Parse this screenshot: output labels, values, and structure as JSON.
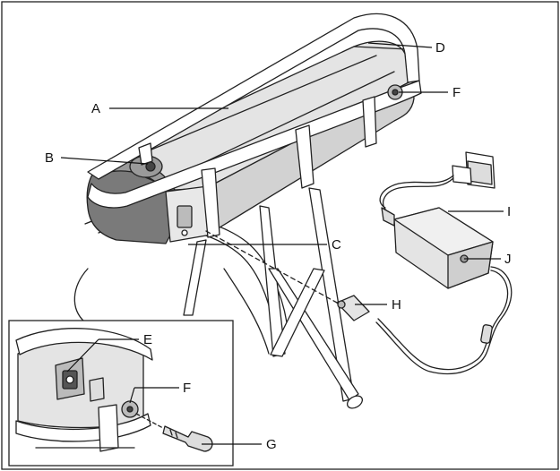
{
  "labels": {
    "A": "A",
    "B": "B",
    "C": "C",
    "D": "D",
    "E": "E",
    "F": "F",
    "F2": "F",
    "G": "G",
    "H": "H",
    "I": "I",
    "J": "J"
  },
  "colors": {
    "battery_light": "#e4e4e4",
    "battery_mid": "#cfcfcf",
    "battery_dark": "#7a7a7a",
    "rack": "#ffffff",
    "outline": "#222222",
    "inset_bg": "#ffffff"
  }
}
